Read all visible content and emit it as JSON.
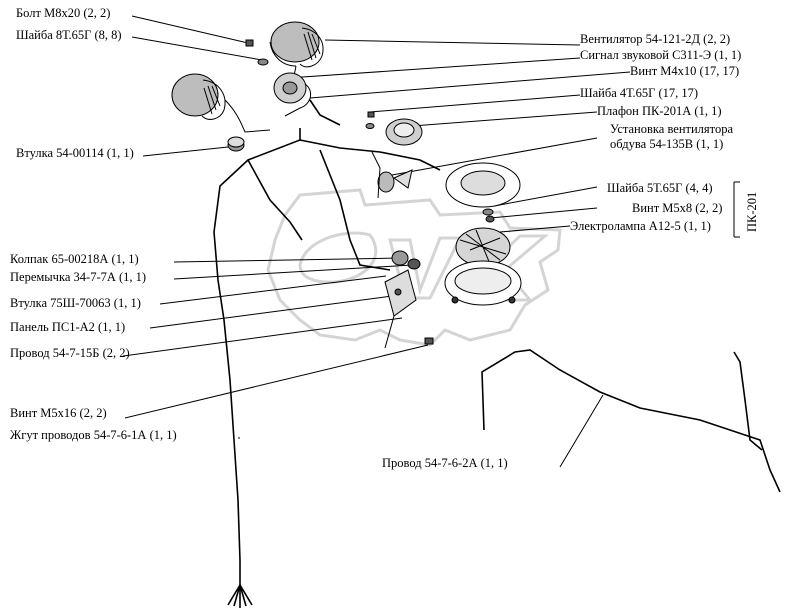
{
  "labels": {
    "bolt_m8x20": "Болт М8х20 (2, 2)",
    "washer_8t65g": "Шайба 8Т.65Г (8, 8)",
    "fan_54_121_2d": "Вентилятор 54-121-2Д (2, 2)",
    "horn_signal": "Сигнал звуковой С311-Э (1, 1)",
    "screw_m4x10": "Винт М4х10 (17, 17)",
    "washer_4t65g": "Шайба 4Т.65Г (17, 17)",
    "lamp_pk201a": "Плафон ПК-201А (1, 1)",
    "fan_unit_line1": "Установка вентилятора",
    "fan_unit_line2": "обдува 54-135В (1, 1)",
    "bushing_54_00114": "Втулка 54-00114 (1, 1)",
    "washer_5t65g": "Шайба 5Т.65Г (4, 4)",
    "screw_m5x8": "Винт М5х8 (2, 2)",
    "bulb_a12_5": "Электролампа А12-5 (1, 1)",
    "group_pk201": "ПК-201",
    "cap_65_00218a": "Колпак 65-00218А (1, 1)",
    "jumper_34_7_7a": "Перемычка 34-7-7А (1, 1)",
    "bushing_75sh": "Втулка 75Ш-70063 (1, 1)",
    "panel_ps1_a2": "Панель ПС1-А2 (1, 1)",
    "wire_54_7_15b": "Провод 54-7-15Б (2, 2)",
    "screw_m5x16": "Винт М5х16 (2, 2)",
    "harness_54_7_6_1a": "Жгут проводов 54-7-6-1А (1, 1)",
    "wire_54_7_6_2a": "Провод 54-7-6-2А (1, 1)"
  },
  "colors": {
    "ink": "#000000",
    "watermark": "#d8d8d8",
    "paper": "#ffffff",
    "part_fill": "#cfcfcf"
  }
}
